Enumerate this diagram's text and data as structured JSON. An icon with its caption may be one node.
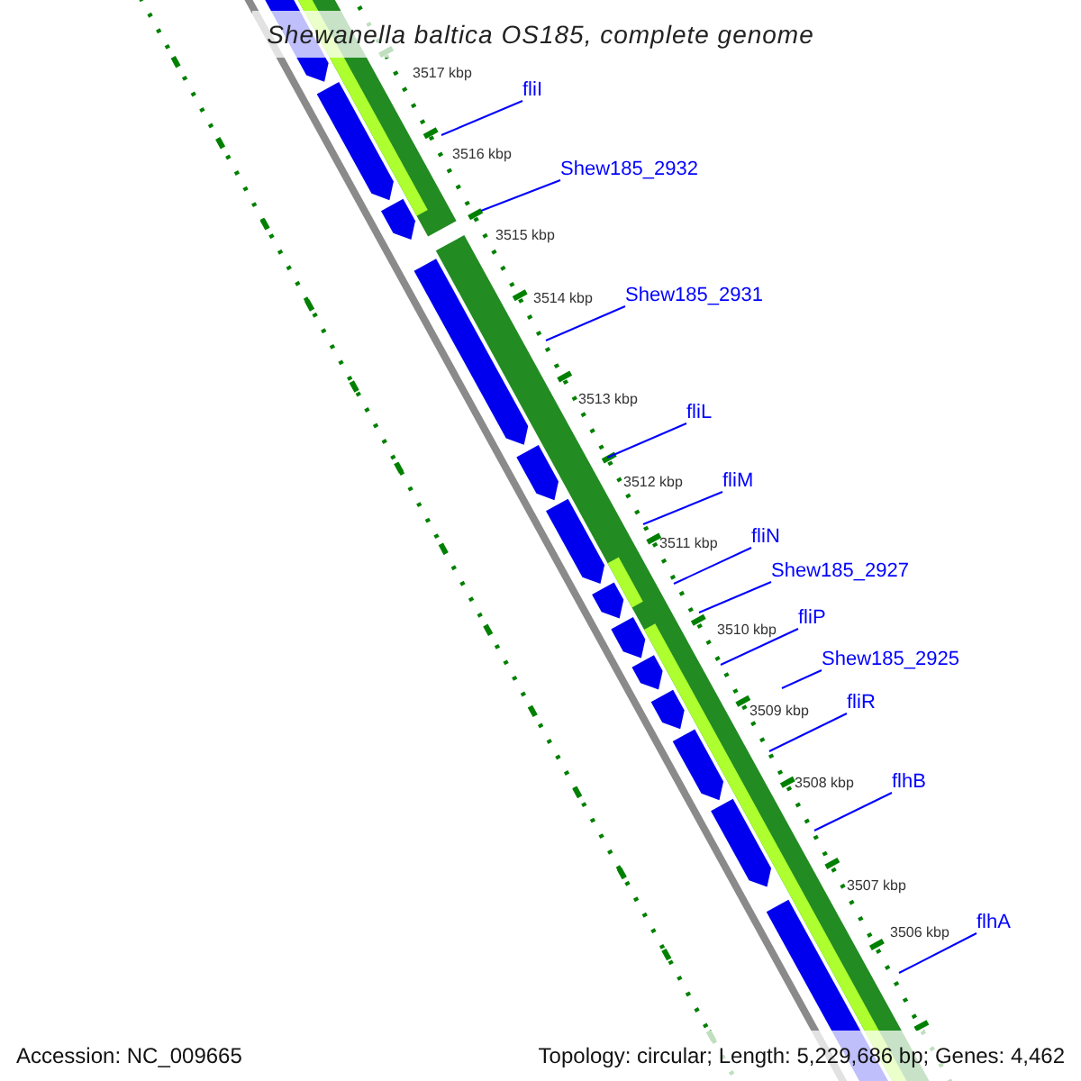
{
  "diagram": {
    "title": "Shewanella baltica OS185, complete genome",
    "nodes": [
      {
        "text": [
          "fliI"
        ]
      },
      {
        "text": [
          "Shew185_2932"
        ]
      },
      {
        "text": [
          "Shew185_2931"
        ]
      },
      {
        "text": [
          "fliL"
        ]
      },
      {
        "text": [
          "fliM"
        ]
      },
      {
        "text": [
          "fliN"
        ]
      },
      {
        "text": [
          "Shew185_2927"
        ]
      },
      {
        "text": [
          "fliP"
        ]
      },
      {
        "text": [
          "Shew185_2925"
        ]
      },
      {
        "text": [
          "fliR"
        ]
      },
      {
        "text": [
          "flhB"
        ]
      },
      {
        "text": [
          "flhA"
        ]
      }
    ],
    "edges": [
      {
        "from": 0,
        "to": null,
        "arrow": "none"
      },
      {
        "from": 1,
        "to": null,
        "arrow": "none"
      },
      {
        "from": 2,
        "to": null,
        "arrow": "none"
      },
      {
        "from": 3,
        "to": null,
        "arrow": "none"
      },
      {
        "from": 4,
        "to": null,
        "arrow": "none"
      },
      {
        "from": 5,
        "to": null,
        "arrow": "none"
      },
      {
        "from": 6,
        "to": null,
        "arrow": "none"
      },
      {
        "from": 7,
        "to": null,
        "arrow": "none"
      },
      {
        "from": 8,
        "to": null,
        "arrow": "none"
      },
      {
        "from": 9,
        "to": null,
        "arrow": "none"
      },
      {
        "from": 10,
        "to": null,
        "arrow": "none"
      },
      {
        "from": 11,
        "to": null,
        "arrow": "none"
      }
    ],
    "labels": [
      "3517 kbp",
      "3516 kbp",
      "3515 kbp",
      "3514 kbp",
      "3513 kbp",
      "3512 kbp",
      "3511 kbp",
      "3510 kbp",
      "3509 kbp",
      "3508 kbp",
      "3507 kbp",
      "3506 kbp",
      "Accession: NC_009665",
      "Topology: circular; Length: 5,229,686 bp; Genes: 4,462"
    ]
  }
}
